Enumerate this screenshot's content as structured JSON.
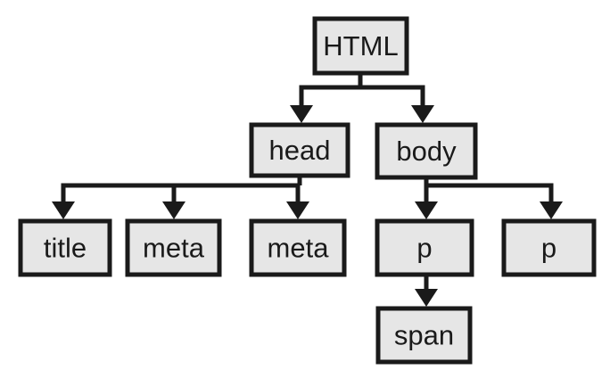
{
  "colors": {
    "node_fill": "#e6e6e6",
    "stroke": "#1a1a1a",
    "background": "#ffffff"
  },
  "nodes": {
    "html": "HTML",
    "head": "head",
    "body": "body",
    "title": "title",
    "meta1": "meta",
    "meta2": "meta",
    "p1": "p",
    "p2": "p",
    "span": "span"
  },
  "edges": [
    [
      "html",
      "head"
    ],
    [
      "html",
      "body"
    ],
    [
      "head",
      "title"
    ],
    [
      "head",
      "meta1"
    ],
    [
      "head",
      "meta2"
    ],
    [
      "body",
      "p1"
    ],
    [
      "body",
      "p2"
    ],
    [
      "p1",
      "span"
    ]
  ]
}
